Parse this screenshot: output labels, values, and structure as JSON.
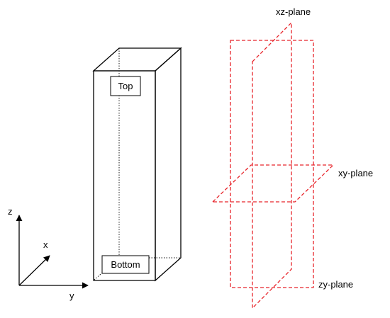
{
  "colors": {
    "prism": "#000000",
    "planes": "#e8242a"
  },
  "prism": {
    "top_label": "Top",
    "bottom_label": "Bottom"
  },
  "axes": {
    "z_label": "z",
    "x_label": "x",
    "y_label": "y"
  },
  "planes": {
    "xz_label": "xz-plane",
    "xy_label": "xy-plane",
    "zy_label": "zy-plane"
  }
}
